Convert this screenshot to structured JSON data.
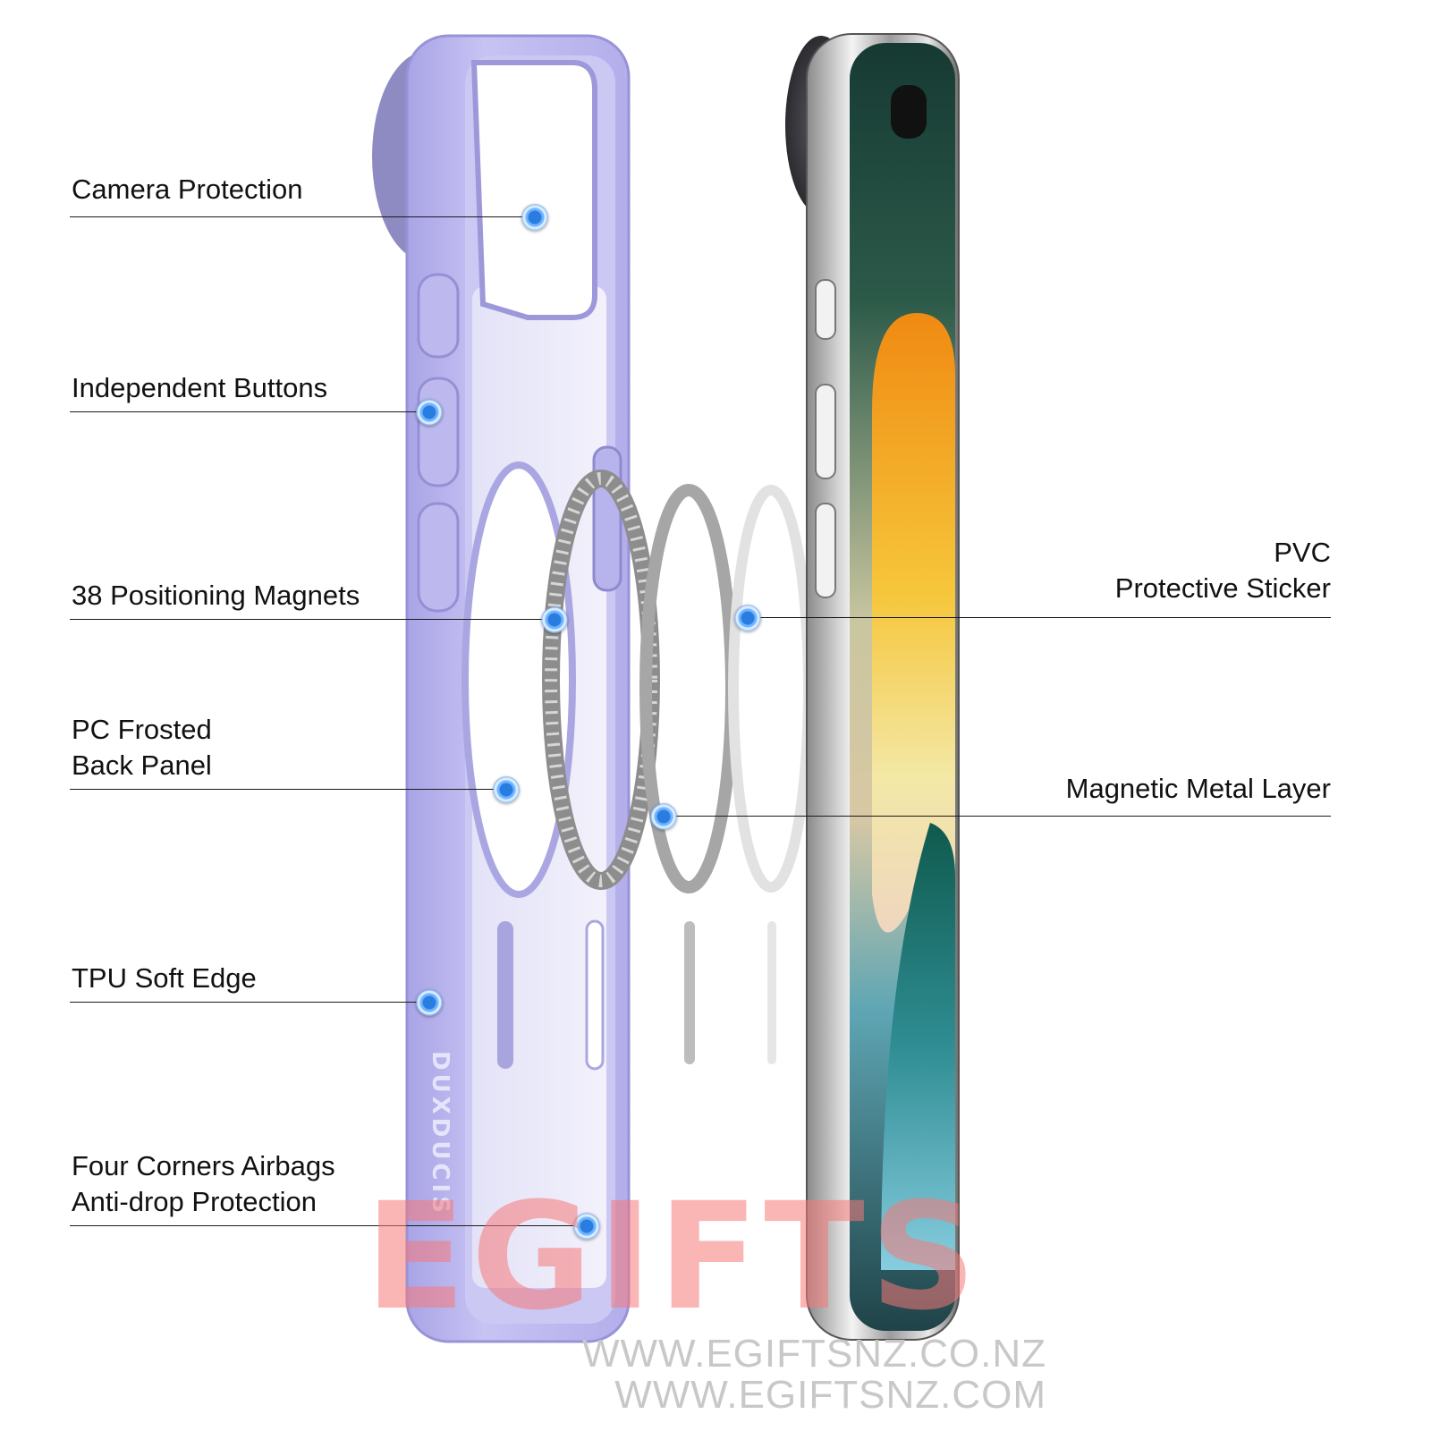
{
  "labels": {
    "camera_protection": "Camera Protection",
    "independent_buttons": "Independent Buttons",
    "positioning_magnets": "38 Positioning Magnets",
    "pc_frosted_line1": "PC Frosted",
    "pc_frosted_line2": "Back Panel",
    "tpu_soft_edge": "TPU Soft Edge",
    "airbags_line1": "Four Corners Airbags",
    "airbags_line2": "Anti-drop Protection",
    "pvc_line1": "PVC",
    "pvc_line2": "Protective Sticker",
    "metal_layer": "Magnetic Metal Layer"
  },
  "case_brand": "DUXDUCIS",
  "watermark": {
    "brand": "EGIFTS",
    "url1": "WWW.EGIFTSNZ.CO.NZ",
    "url2": "WWW.EGIFTSNZ.COM"
  },
  "colors": {
    "case_lavender": "#b8b4ec",
    "marker_blue": "#2a7de0",
    "watermark_red": "#f67878"
  }
}
